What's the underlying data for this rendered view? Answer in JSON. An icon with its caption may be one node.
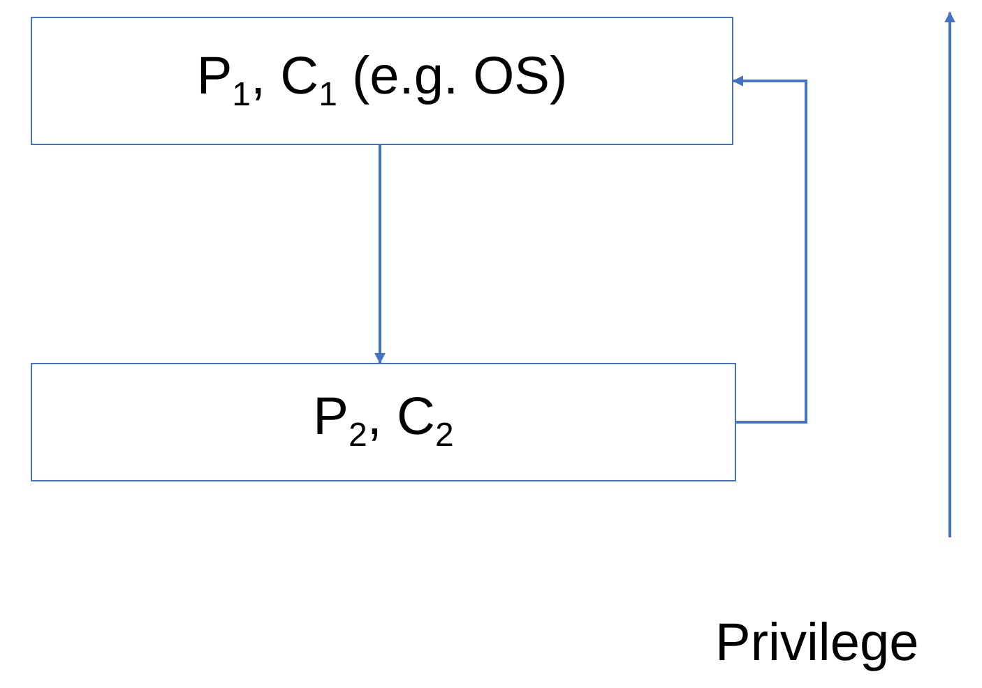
{
  "diagram": {
    "nodes": [
      {
        "text": [
          "P$_{1}$, C$_{1}$ (e.g. OS)"
        ]
      },
      {
        "text": [
          "P$_{2}$, C$_{2}$"
        ]
      }
    ],
    "edges": [
      {
        "from": 0,
        "to": 1,
        "arrow": "to"
      },
      {
        "from": 1,
        "to": 0,
        "arrow": "to"
      }
    ],
    "labels": [
      "Privilege"
    ]
  }
}
